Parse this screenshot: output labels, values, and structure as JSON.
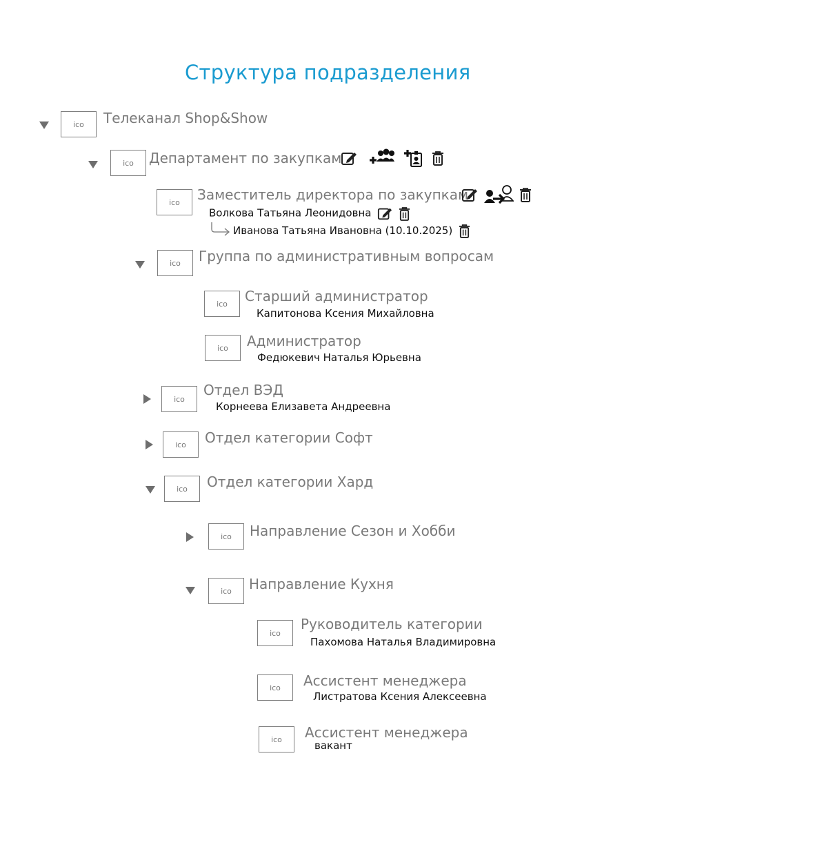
{
  "page": {
    "title": "Структура подразделения"
  },
  "tree": {
    "root": {
      "icon": "ico",
      "label": "Телеканал Shop&Show"
    },
    "department": {
      "icon": "ico",
      "label": "Департамент по закупкам"
    },
    "deputy": {
      "icon": "ico",
      "label": "Заместитель директора по закупкам",
      "person": "Волкова Татьяна Леонидовна",
      "substitute": "Иванова Татьяна Ивановна (10.10.2025)"
    },
    "admin_group": {
      "icon": "ico",
      "label": "Группа по административным вопросам"
    },
    "senior_admin": {
      "icon": "ico",
      "label": "Старший администратор",
      "person": "Капитонова Ксения Михайловна"
    },
    "admin": {
      "icon": "ico",
      "label": "Администратор",
      "person": "Федюкевич Наталья Юрьевна"
    },
    "ved": {
      "icon": "ico",
      "label": "Отдел ВЭД",
      "person": "Корнеева Елизавета Андреевна"
    },
    "soft": {
      "icon": "ico",
      "label": "Отдел категории Софт"
    },
    "hard": {
      "icon": "ico",
      "label": "Отдел категории Хард"
    },
    "season": {
      "icon": "ico",
      "label": "Направление Сезон и Хобби"
    },
    "kitchen": {
      "icon": "ico",
      "label": "Направление Кухня"
    },
    "category_head": {
      "icon": "ico",
      "label": "Руководитель категории",
      "person": "Пахомова Наталья Владимировна"
    },
    "assistant1": {
      "icon": "ico",
      "label": "Ассистент менеджера",
      "person": "Листратова Ксения Алексеевна"
    },
    "assistant2": {
      "icon": "ico",
      "label": "Ассистент менеджера",
      "person": "вакант"
    }
  },
  "icons": {
    "toggle_expanded": "triangle-down-icon",
    "toggle_collapsed": "triangle-right-icon",
    "edit": "edit-icon",
    "add_group": "add-group-icon",
    "add_position": "add-position-icon",
    "delete": "trash-icon",
    "assign": "assign-person-icon"
  },
  "colors": {
    "title": "#1a9bd0",
    "label": "#7a7a7a",
    "person": "#111111",
    "toggle": "#6e6e6e"
  }
}
